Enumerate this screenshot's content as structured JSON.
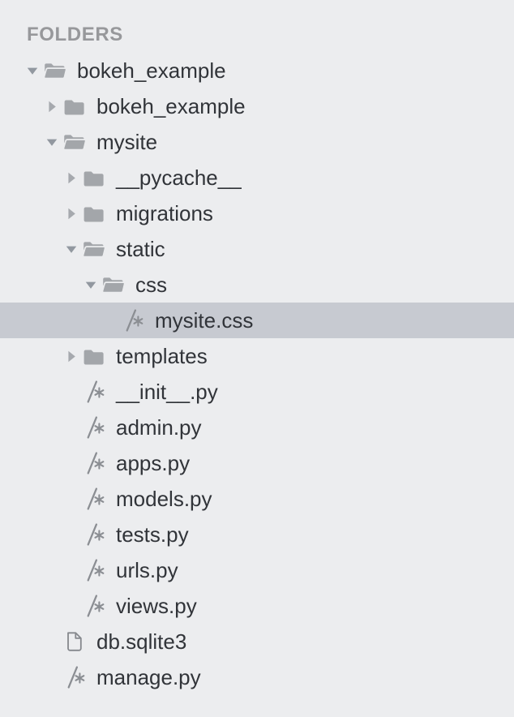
{
  "panel": {
    "header": "FOLDERS",
    "colors": {
      "background": "#ecedef",
      "selection": "#c7cad1",
      "header_text": "#97989b",
      "item_text": "#313439",
      "folder_icon": "#a3a6aa",
      "arrow_expanded": "#9298a0",
      "arrow_collapsed": "#a6a9ae",
      "code_file_icon": "#8b8e93",
      "plain_file_icon": "#85888d"
    }
  },
  "tree": [
    {
      "label": "bokeh_example",
      "level": 0,
      "type": "folder",
      "state": "expanded",
      "selected": false
    },
    {
      "label": "bokeh_example",
      "level": 1,
      "type": "folder",
      "state": "collapsed",
      "selected": false
    },
    {
      "label": "mysite",
      "level": 1,
      "type": "folder",
      "state": "expanded",
      "selected": false
    },
    {
      "label": "__pycache__",
      "level": 2,
      "type": "folder",
      "state": "collapsed",
      "selected": false
    },
    {
      "label": "migrations",
      "level": 2,
      "type": "folder",
      "state": "collapsed",
      "selected": false
    },
    {
      "label": "static",
      "level": 2,
      "type": "folder",
      "state": "expanded",
      "selected": false
    },
    {
      "label": "css",
      "level": 3,
      "type": "folder",
      "state": "expanded",
      "selected": false
    },
    {
      "label": "mysite.css",
      "level": 4,
      "type": "code-file",
      "state": "none",
      "selected": true
    },
    {
      "label": "templates",
      "level": 2,
      "type": "folder",
      "state": "collapsed",
      "selected": false
    },
    {
      "label": "__init__.py",
      "level": 2,
      "type": "code-file",
      "state": "none",
      "selected": false
    },
    {
      "label": "admin.py",
      "level": 2,
      "type": "code-file",
      "state": "none",
      "selected": false
    },
    {
      "label": "apps.py",
      "level": 2,
      "type": "code-file",
      "state": "none",
      "selected": false
    },
    {
      "label": "models.py",
      "level": 2,
      "type": "code-file",
      "state": "none",
      "selected": false
    },
    {
      "label": "tests.py",
      "level": 2,
      "type": "code-file",
      "state": "none",
      "selected": false
    },
    {
      "label": "urls.py",
      "level": 2,
      "type": "code-file",
      "state": "none",
      "selected": false
    },
    {
      "label": "views.py",
      "level": 2,
      "type": "code-file",
      "state": "none",
      "selected": false
    },
    {
      "label": "db.sqlite3",
      "level": 1,
      "type": "plain-file",
      "state": "none",
      "selected": false
    },
    {
      "label": "manage.py",
      "level": 1,
      "type": "code-file",
      "state": "none",
      "selected": false
    }
  ]
}
